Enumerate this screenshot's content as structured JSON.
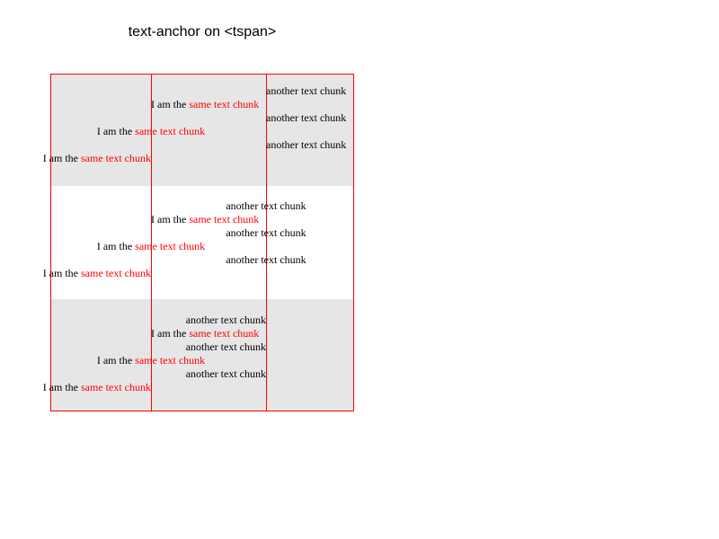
{
  "title": "text-anchor on <tspan>",
  "phrases": {
    "same_prefix": "I am the ",
    "same_highlight": "same text chunk",
    "other_chunk": "another text chunk"
  },
  "colors": {
    "band": "#e6e6e6",
    "guide": "#ff0000",
    "highlight": "#ff0000",
    "text": "#000000"
  }
}
